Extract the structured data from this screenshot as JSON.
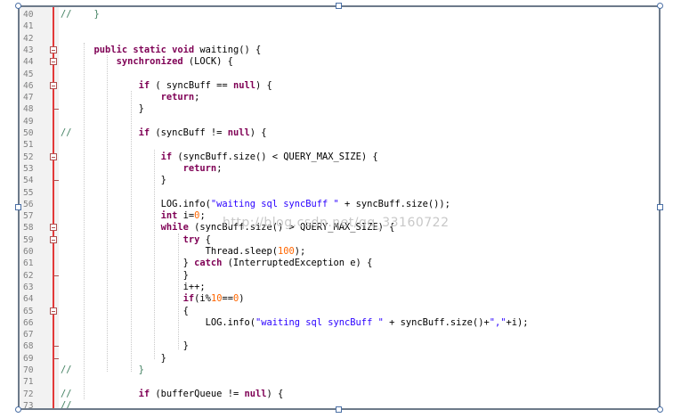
{
  "lines": [
    {
      "n": "40",
      "fold": "",
      "segs": [
        {
          "c": "cm",
          "t": "//    }"
        }
      ]
    },
    {
      "n": "41",
      "fold": "",
      "segs": []
    },
    {
      "n": "42",
      "fold": "",
      "segs": []
    },
    {
      "n": "43",
      "fold": "open",
      "segs": [
        {
          "c": "",
          "t": "      "
        },
        {
          "c": "kw2",
          "t": "public static void"
        },
        {
          "c": "",
          "t": " waiting() {"
        }
      ]
    },
    {
      "n": "44",
      "fold": "open",
      "segs": [
        {
          "c": "",
          "t": "          "
        },
        {
          "c": "kw2",
          "t": "synchronized"
        },
        {
          "c": "",
          "t": " (LOCK) {"
        }
      ]
    },
    {
      "n": "45",
      "fold": "",
      "segs": []
    },
    {
      "n": "46",
      "fold": "open",
      "segs": [
        {
          "c": "",
          "t": "              "
        },
        {
          "c": "kw2",
          "t": "if"
        },
        {
          "c": "",
          "t": " ( syncBuff == "
        },
        {
          "c": "kw2",
          "t": "null"
        },
        {
          "c": "",
          "t": ") {"
        }
      ]
    },
    {
      "n": "47",
      "fold": "",
      "segs": [
        {
          "c": "",
          "t": "                  "
        },
        {
          "c": "kw2",
          "t": "return"
        },
        {
          "c": "",
          "t": ";"
        }
      ]
    },
    {
      "n": "48",
      "fold": "end",
      "segs": [
        {
          "c": "",
          "t": "              }"
        }
      ]
    },
    {
      "n": "49",
      "fold": "",
      "segs": []
    },
    {
      "n": "50",
      "fold": "",
      "segs": [
        {
          "c": "cm",
          "t": "//            "
        },
        {
          "c": "kw2",
          "t": "if"
        },
        {
          "c": "",
          "t": " (syncBuff != "
        },
        {
          "c": "kw2",
          "t": "null"
        },
        {
          "c": "",
          "t": ") {"
        }
      ]
    },
    {
      "n": "51",
      "fold": "",
      "segs": []
    },
    {
      "n": "52",
      "fold": "open",
      "segs": [
        {
          "c": "",
          "t": "                  "
        },
        {
          "c": "kw2",
          "t": "if"
        },
        {
          "c": "",
          "t": " (syncBuff.size() < QUERY_MAX_SIZE) {"
        }
      ]
    },
    {
      "n": "53",
      "fold": "",
      "segs": [
        {
          "c": "",
          "t": "                      "
        },
        {
          "c": "kw2",
          "t": "return"
        },
        {
          "c": "",
          "t": ";"
        }
      ]
    },
    {
      "n": "54",
      "fold": "end",
      "segs": [
        {
          "c": "",
          "t": "                  }"
        }
      ]
    },
    {
      "n": "55",
      "fold": "",
      "segs": []
    },
    {
      "n": "56",
      "fold": "",
      "segs": [
        {
          "c": "",
          "t": "                  LOG.info("
        },
        {
          "c": "st",
          "t": "\"waiting sql syncBuff \""
        },
        {
          "c": "",
          "t": " + syncBuff.size());"
        }
      ]
    },
    {
      "n": "57",
      "fold": "",
      "segs": [
        {
          "c": "",
          "t": "                  "
        },
        {
          "c": "kw2",
          "t": "int"
        },
        {
          "c": "",
          "t": " i="
        },
        {
          "c": "nm",
          "t": "0"
        },
        {
          "c": "",
          "t": ";"
        }
      ]
    },
    {
      "n": "58",
      "fold": "open",
      "segs": [
        {
          "c": "",
          "t": "                  "
        },
        {
          "c": "kw2",
          "t": "while"
        },
        {
          "c": "",
          "t": " (syncBuff.size() > QUERY_MAX_SIZE) {"
        }
      ]
    },
    {
      "n": "59",
      "fold": "open",
      "segs": [
        {
          "c": "",
          "t": "                      "
        },
        {
          "c": "kw2",
          "t": "try"
        },
        {
          "c": "",
          "t": " {"
        }
      ]
    },
    {
      "n": "60",
      "fold": "",
      "segs": [
        {
          "c": "",
          "t": "                          Thread.sleep("
        },
        {
          "c": "nm",
          "t": "100"
        },
        {
          "c": "",
          "t": ");"
        }
      ]
    },
    {
      "n": "61",
      "fold": "",
      "segs": [
        {
          "c": "",
          "t": "                      } "
        },
        {
          "c": "kw2",
          "t": "catch"
        },
        {
          "c": "",
          "t": " (InterruptedException e) {"
        }
      ]
    },
    {
      "n": "62",
      "fold": "end",
      "segs": [
        {
          "c": "",
          "t": "                      }"
        }
      ]
    },
    {
      "n": "63",
      "fold": "",
      "segs": [
        {
          "c": "",
          "t": "                      i++;"
        }
      ]
    },
    {
      "n": "64",
      "fold": "",
      "segs": [
        {
          "c": "",
          "t": "                      "
        },
        {
          "c": "kw2",
          "t": "if"
        },
        {
          "c": "",
          "t": "(i%"
        },
        {
          "c": "nm",
          "t": "10"
        },
        {
          "c": "",
          "t": "=="
        },
        {
          "c": "nm",
          "t": "0"
        },
        {
          "c": "",
          "t": ")"
        }
      ]
    },
    {
      "n": "65",
      "fold": "open",
      "segs": [
        {
          "c": "",
          "t": "                      {"
        }
      ]
    },
    {
      "n": "66",
      "fold": "",
      "segs": [
        {
          "c": "",
          "t": "                          LOG.info("
        },
        {
          "c": "st",
          "t": "\"waiting sql syncBuff \""
        },
        {
          "c": "",
          "t": " + syncBuff.size()+"
        },
        {
          "c": "st",
          "t": "\",\""
        },
        {
          "c": "",
          "t": "+i);"
        }
      ]
    },
    {
      "n": "67",
      "fold": "",
      "segs": []
    },
    {
      "n": "68",
      "fold": "end",
      "segs": [
        {
          "c": "",
          "t": "                      }"
        }
      ]
    },
    {
      "n": "69",
      "fold": "end",
      "segs": [
        {
          "c": "",
          "t": "                  }"
        }
      ]
    },
    {
      "n": "70",
      "fold": "",
      "segs": [
        {
          "c": "cm",
          "t": "//            }"
        }
      ]
    },
    {
      "n": "71",
      "fold": "",
      "segs": []
    },
    {
      "n": "72",
      "fold": "",
      "segs": [
        {
          "c": "cm",
          "t": "//            "
        },
        {
          "c": "kw2",
          "t": "if"
        },
        {
          "c": "",
          "t": " (bufferQueue != "
        },
        {
          "c": "kw2",
          "t": "null"
        },
        {
          "c": "",
          "t": ") {"
        }
      ]
    },
    {
      "n": "73",
      "fold": "",
      "segs": [
        {
          "c": "cm",
          "t": "//"
        }
      ]
    }
  ],
  "watermark": "http://blog.csdn.net/qq_33160722"
}
